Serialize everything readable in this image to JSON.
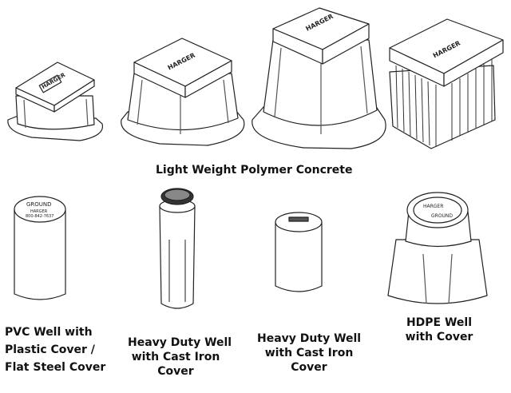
{
  "labels": {
    "polymer": "Light Weight Polymer Concrete",
    "pvc": [
      "PVC Well with",
      "Plastic Cover /",
      "Flat Steel Cover"
    ],
    "hd1": [
      "Heavy Duty Well",
      "with Cast Iron",
      "Cover"
    ],
    "hd2": [
      "Heavy Duty Well",
      "with Cast Iron",
      "Cover"
    ],
    "hdpe": [
      "HDPE Well",
      "with Cover"
    ]
  },
  "cover_text": {
    "brand": "HARGER",
    "ground": "GROUND",
    "ground_sub": "GROUND",
    "phone": "800-842-7637"
  }
}
